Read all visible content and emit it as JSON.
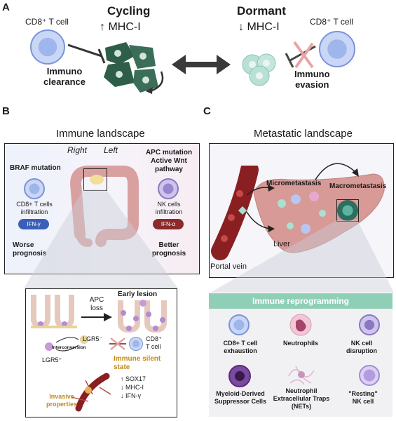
{
  "panels": {
    "a": "A",
    "b": "B",
    "c": "C"
  },
  "panel_a": {
    "left_cell_label": "CD8⁺ T cell",
    "cycling_title": "Cycling",
    "cycling_mhc": "MHC-I",
    "cycling_arrow": "↑",
    "immuno_clearance": "Immuno\nclearance",
    "dormant_title": "Dormant",
    "dormant_mhc": "MHC-I",
    "dormant_arrow": "↓",
    "right_cell_label": "CD8⁺ T cell",
    "immuno_evasion": "Immuno\nevasion"
  },
  "panel_b": {
    "title": "Immune landscape",
    "right_label": "Right",
    "left_label": "Left",
    "braf": "BRAF  mutation",
    "cd8_infiltration": "CD8+ T cells\ninfiltration",
    "ifn_gamma": "IFN-γ",
    "worse": "Worse\nprognosis",
    "apc_mutation": "APC mutation\nActive Wnt\npathway",
    "nk_infiltration": "NK cells\ninfiltration",
    "ifn_alpha": "IFN-α",
    "better": "Better\nprognosis",
    "inset": {
      "apc_loss": "APC\nloss",
      "early_lesion": "Early lesion",
      "lgr5_minus": "LGR5⁻",
      "interconversion": "Interconversion",
      "lgr5_plus": "LGR5⁺",
      "cd8": "CD8⁺\nT cell",
      "immune_silent": "Immune silent\nstate",
      "markers": [
        "↑ SOX17",
        "↓ MHC-I",
        "↓ IFN-γ"
      ],
      "invasive": "Invasive\nproperties"
    }
  },
  "panel_c": {
    "title": "Metastatic landscape",
    "micro": "Micrometastasis",
    "macro": "Macrometastasis",
    "liver": "Liver",
    "portal_vein": "Portal vein",
    "reprogramming_title": "Immune reprogramming",
    "cells": [
      {
        "label": "CD8+ T cell\nexhaustion"
      },
      {
        "label": "Neutrophils"
      },
      {
        "label": "NK cell\ndisruption"
      },
      {
        "label": "Myeloid-Derived\nSuppressor Cells"
      },
      {
        "label": "Neutrophil\nExtracellular Traps\n(NETs)"
      },
      {
        "label": "\"Resting\"\nNK cell"
      }
    ]
  },
  "colors": {
    "tumor_green": "#2e5e4a",
    "dormant_green": "#b9e0d6",
    "teal_header": "#8fcfb7",
    "ifn_blue": "#3b5fb8",
    "ifn_red": "#8b2a2a",
    "colon": "#d9a0a0",
    "liver": "#d79a96",
    "vein": "#8a1f22"
  }
}
